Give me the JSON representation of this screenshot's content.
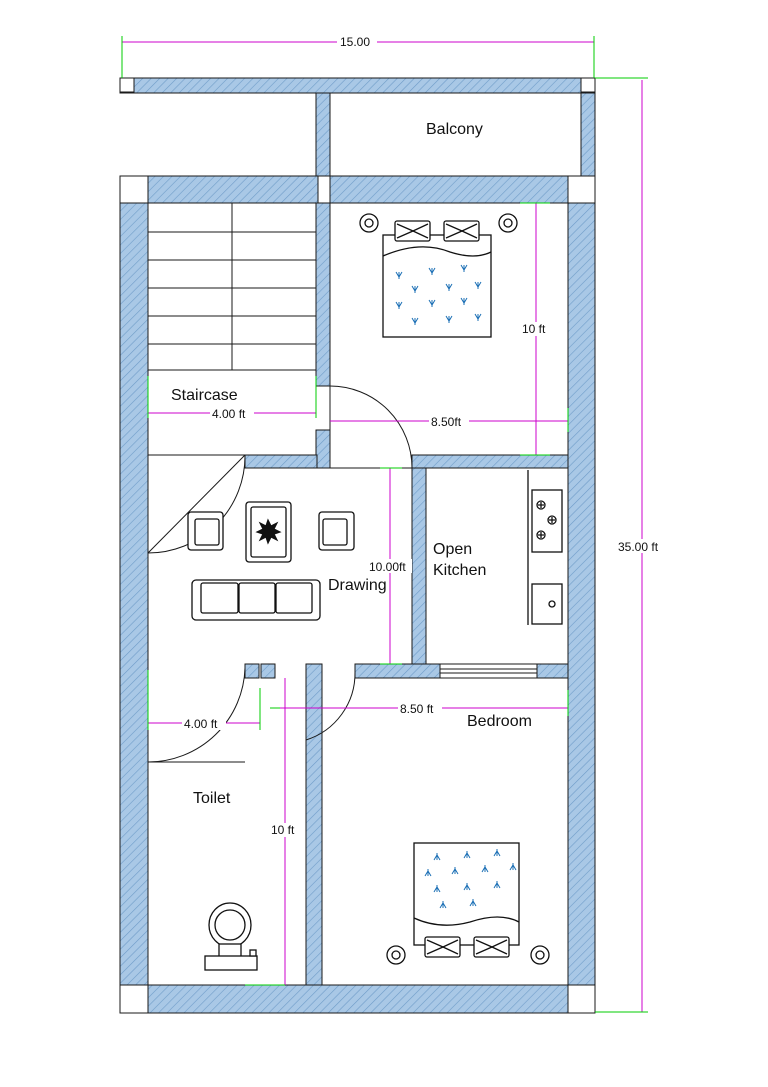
{
  "rooms": {
    "balcony": "Balcony",
    "staircase": "Staircase",
    "drawing": "Drawing",
    "kitchen_line1": "Open",
    "kitchen_line2": "Kitchen",
    "bedroom": "Bedroom",
    "toilet": "Toilet"
  },
  "dimensions": {
    "overall_width": "15.00",
    "overall_length": "35.00 ft",
    "top_bedroom_height": "10 ft",
    "top_bedroom_width": "8.50ft",
    "staircase_width": "4.00 ft",
    "drawing_height": "10.00ft",
    "bottom_bedroom_width": "8.50 ft",
    "toilet_width": "4.00 ft",
    "toilet_height": "10 ft"
  },
  "colors": {
    "wall_fill": "#a9c8e6",
    "wall_stroke": "#1a1a1a",
    "dimension_line": "#cc00cc",
    "extension_line": "#00cc00",
    "furniture_stroke": "#111111",
    "bed_pattern": "#1b6fb5"
  }
}
